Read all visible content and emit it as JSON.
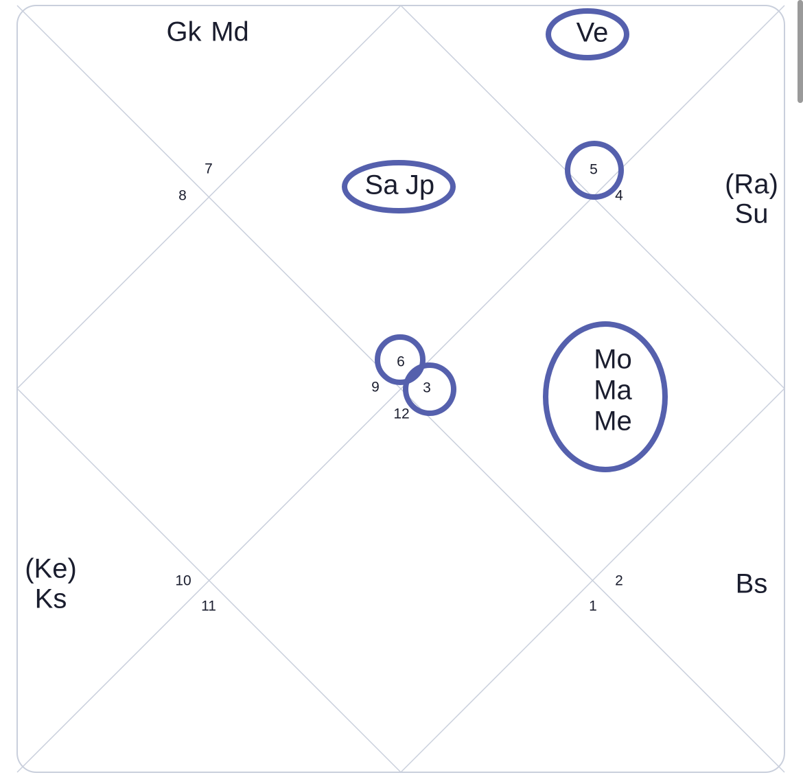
{
  "colors": {
    "grid": "#c9cfdc",
    "highlight": "#5560ad",
    "text": "#1a1d2e"
  },
  "house_numbers": {
    "n1": "1",
    "n2": "2",
    "n3": "3",
    "n4": "4",
    "n5": "5",
    "n6": "6",
    "n7": "7",
    "n8": "8",
    "n9": "9",
    "n10": "10",
    "n11": "11",
    "n12": "12"
  },
  "planets": {
    "top_left_1": "Gk",
    "top_left_2": "Md",
    "top_right": "Ve",
    "upper_center_1": "Sa",
    "upper_center_2": "Jp",
    "right_upper_1": "(Ra)",
    "right_upper_2": "Su",
    "right_center_1": "Mo",
    "right_center_2": "Ma",
    "right_center_3": "Me",
    "left_lower_1": "(Ke)",
    "left_lower_2": "Ks",
    "right_lower": "Bs"
  }
}
